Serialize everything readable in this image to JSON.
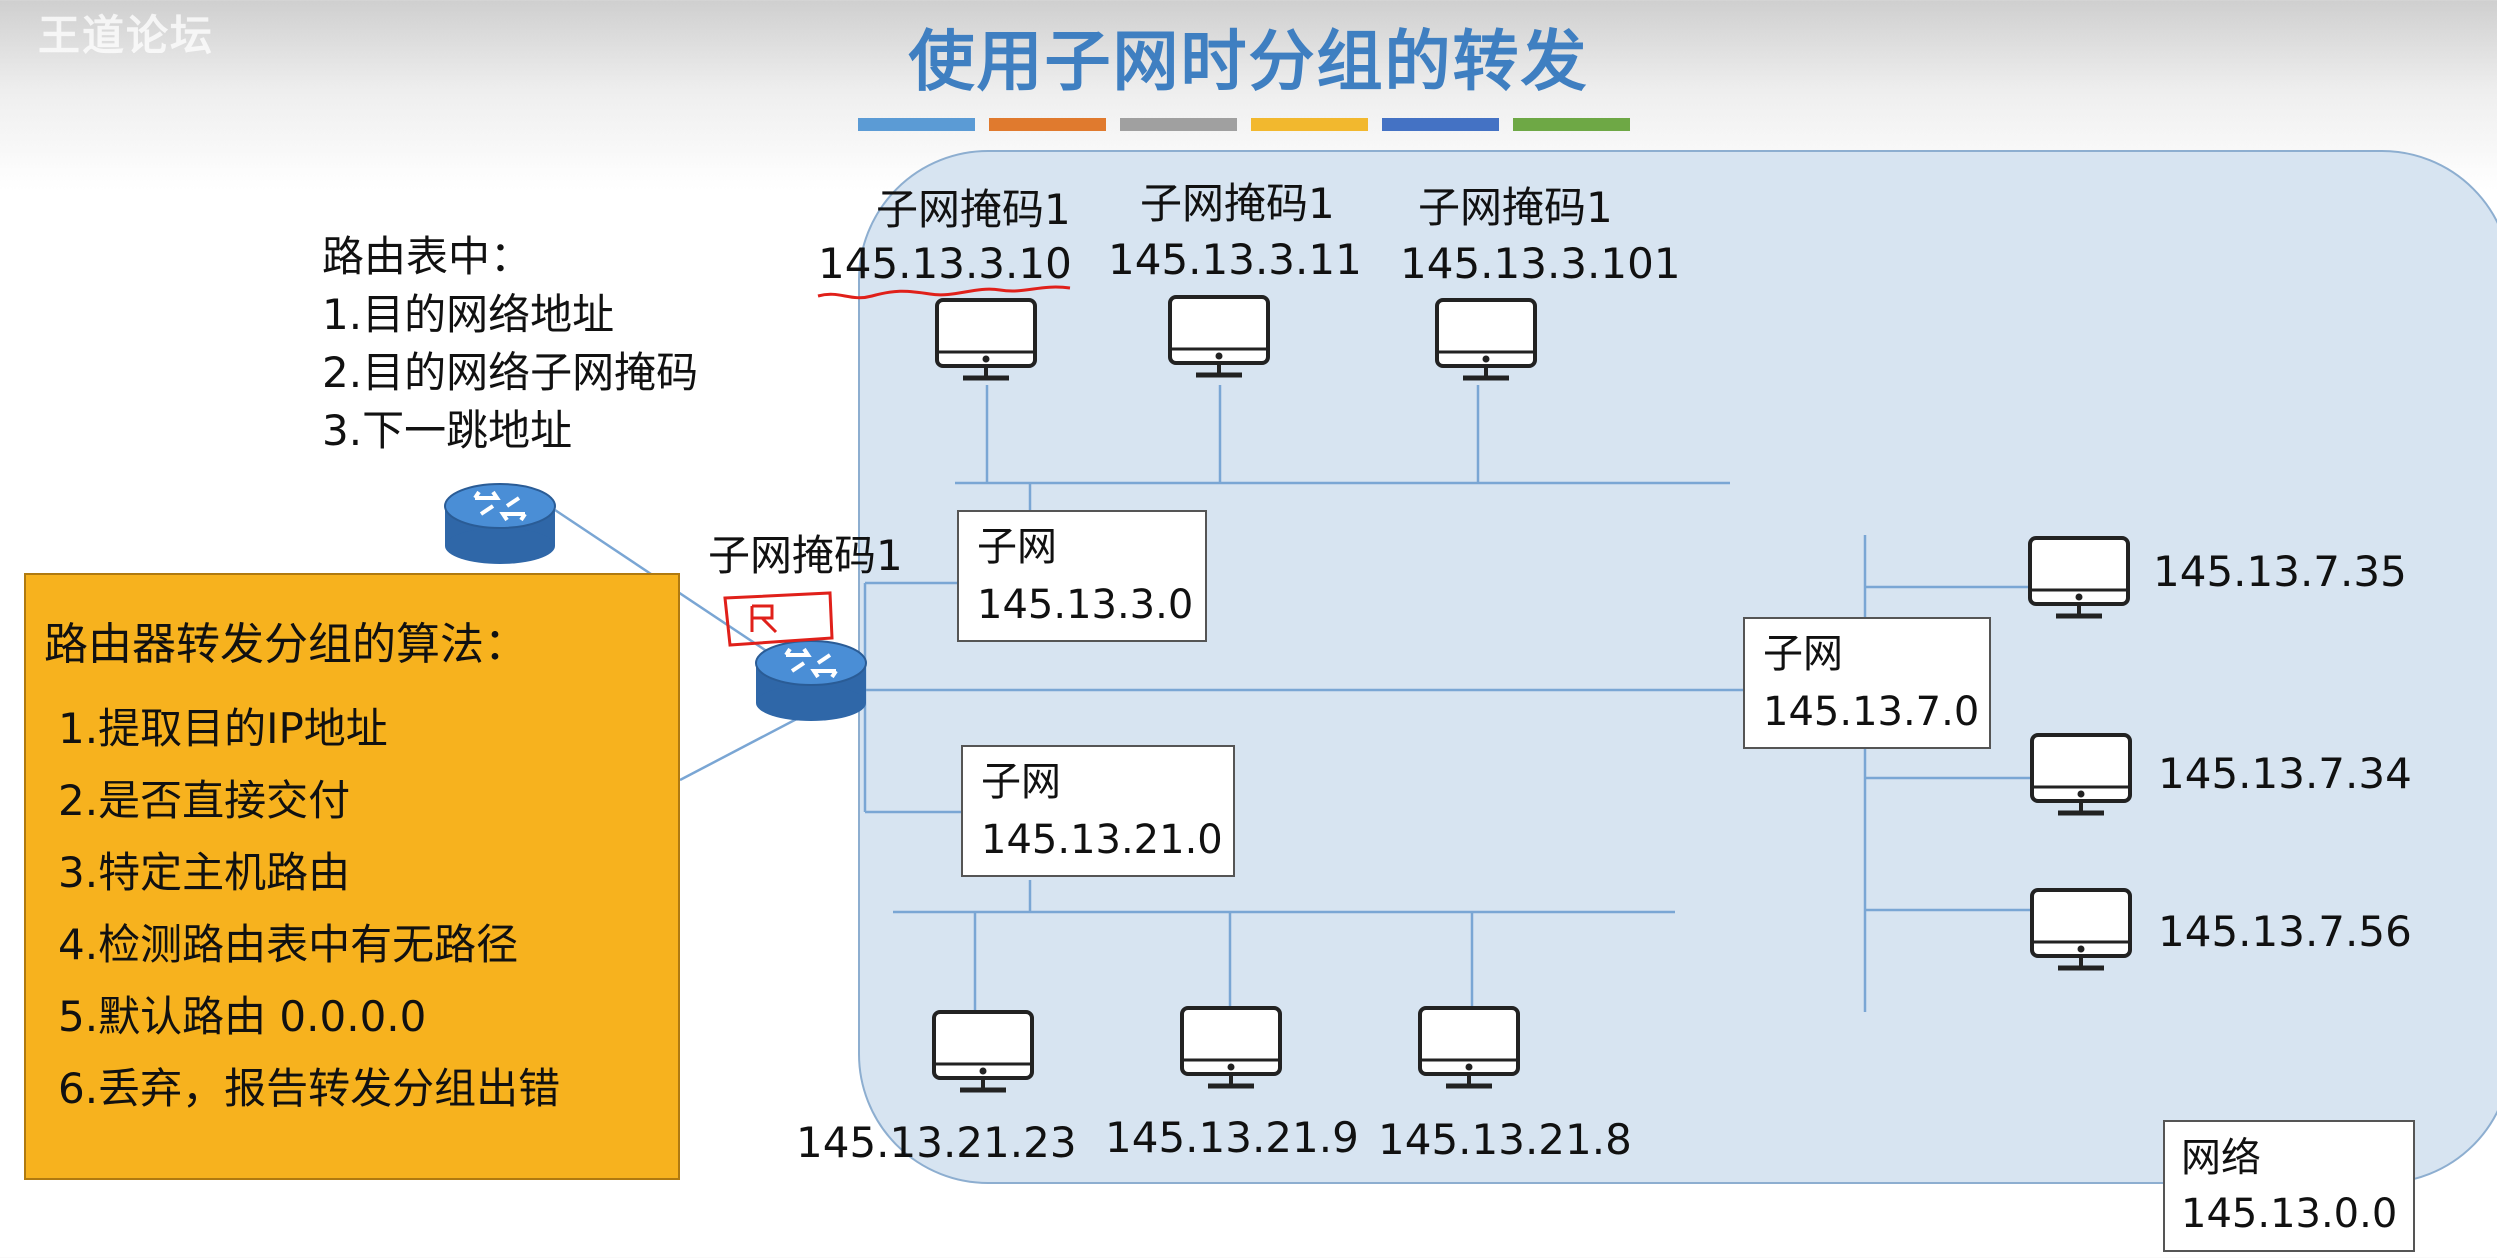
{
  "watermark": "王道论坛",
  "title": "使用子网时分组的转发",
  "colors": {
    "title": "#3f7fc1",
    "network_bg": "#d7e4f1",
    "line": "#7aa6d4",
    "algo_bg": "#f7b21e",
    "router": "#3c78c0",
    "annotation": "#e0201a",
    "bars": [
      "#5b9bd5",
      "#e07a2e",
      "#a0a0a0",
      "#f2b82e",
      "#4472c4",
      "#6ea845"
    ]
  },
  "routing_note": {
    "heading": "路由表中：",
    "items": [
      "1.目的网络地址",
      "2.目的网络子网掩码",
      "3.下一跳地址"
    ]
  },
  "router_label": "子网掩码1",
  "top_hosts": [
    {
      "mask": "子网掩码1",
      "ip": "145.13.3.10"
    },
    {
      "mask": "子网掩码1",
      "ip": "145.13.3.11"
    },
    {
      "mask": "子网掩码1",
      "ip": "145.13.3.101"
    }
  ],
  "subnets": [
    {
      "label": "子网",
      "address": "145.13.3.0"
    },
    {
      "label": "子网",
      "address": "145.13.21.0"
    },
    {
      "label": "子网",
      "address": "145.13.7.0"
    }
  ],
  "right_hosts": [
    "145.13.7.35",
    "145.13.7.34",
    "145.13.7.56"
  ],
  "bottom_hosts": [
    "145.13.21.23",
    "145.13.21.9",
    "145.13.21.8"
  ],
  "network": {
    "label": "网络",
    "address": "145.13.0.0"
  },
  "algorithm": {
    "title": "路由器转发分组的算法：",
    "steps": [
      "1.提取目的IP地址",
      "2.是否直接交付",
      "3.特定主机路由",
      "4.检测路由表中有无路径",
      "5.默认路由 0.0.0.0",
      "6.丢弃，报告转发分组出错"
    ]
  },
  "icons": {
    "router": "router-icon",
    "computer": "computer-monitor-icon"
  }
}
